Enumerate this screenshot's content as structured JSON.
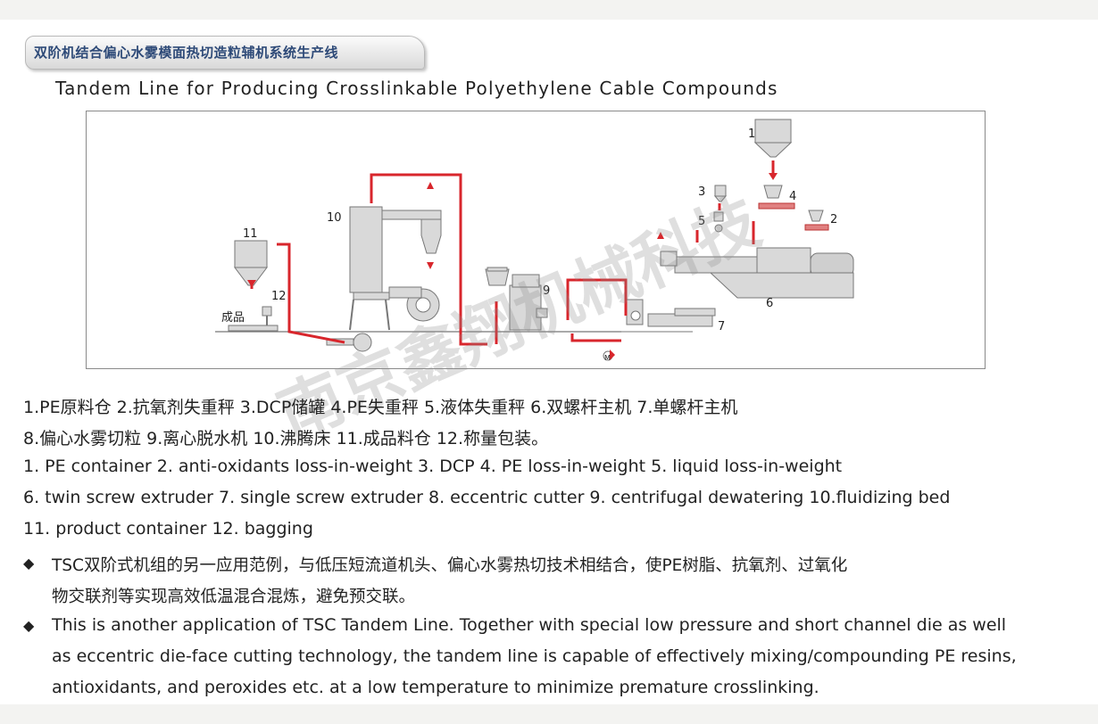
{
  "header": {
    "tab_title": "双阶机结合偏心水雾模面热切造粒辅机系统生产线",
    "subtitle": "Tandem Line for Producing Crosslinkable Polyethylene Cable Compounds"
  },
  "diagram": {
    "labels": {
      "n1": "1",
      "n2": "2",
      "n3": "3",
      "n4": "4",
      "n5": "5",
      "n6": "6",
      "n7": "7",
      "n9": "9",
      "n10": "10",
      "n11": "11",
      "n12": "12",
      "product": "成品",
      "motor": "M"
    },
    "colors": {
      "flow": "#d8262c",
      "equipment_fill": "#d9d9d9",
      "equipment_stroke": "#777777"
    }
  },
  "legend": {
    "cn_line1": "1.PE原料仓  2.抗氧剂失重秤  3.DCP储罐  4.PE失重秤  5.液体失重秤  6.双螺杆主机  7.单螺杆主机",
    "cn_line2": "8.偏心水雾切粒  9.离心脱水机  10.沸腾床  11.成品料仓  12.称量包装。",
    "en_line1": "1. PE container   2. anti-oxidants  loss-in-weight    3. DCP   4. PE loss-in-weight   5. liquid  loss-in-weight",
    "en_line2": "6. twin screw extruder   7. single screw extruder   8. eccentric cutter   9. centrifugal dewatering   10.fluidizing bed",
    "en_line3": "11. product container    12. bagging"
  },
  "description": {
    "bullet_symbol": "◆",
    "cn_line1": "TSC双阶式机组的另一应用范例，与低压短流道机头、偏心水雾热切技术相结合，使PE树脂、抗氧剂、过氧化",
    "cn_line2": "物交联剂等实现高效低温混合混炼，避免预交联。",
    "en_line1": "This is another application of TSC Tandem Line. Together with special low pressure and short channel die as well",
    "en_line2": "as eccentric die-face cutting technology, the tandem line is capable of effectively mixing/compounding PE resins,",
    "en_line3": "antioxidants, and peroxides etc. at  a low temperature  to minimize premature crosslinking."
  },
  "watermark": {
    "text": "南京鑫翔机械科技"
  }
}
